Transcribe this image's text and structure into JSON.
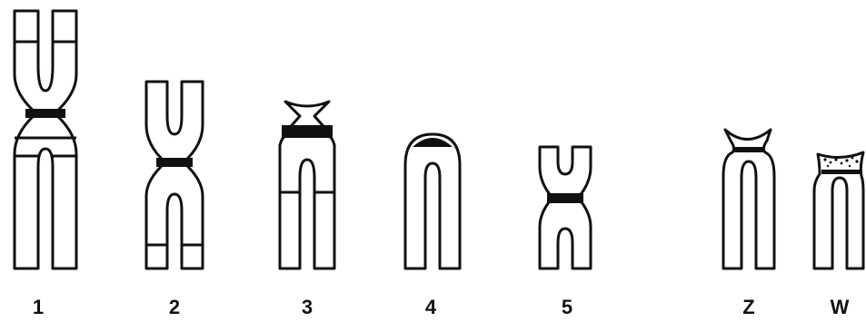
{
  "figure": {
    "labels": [
      "1",
      "2",
      "3",
      "4",
      "5",
      "Z",
      "W"
    ],
    "outline_color": "#111111",
    "band_color": "#111111",
    "background": "#ffffff"
  }
}
